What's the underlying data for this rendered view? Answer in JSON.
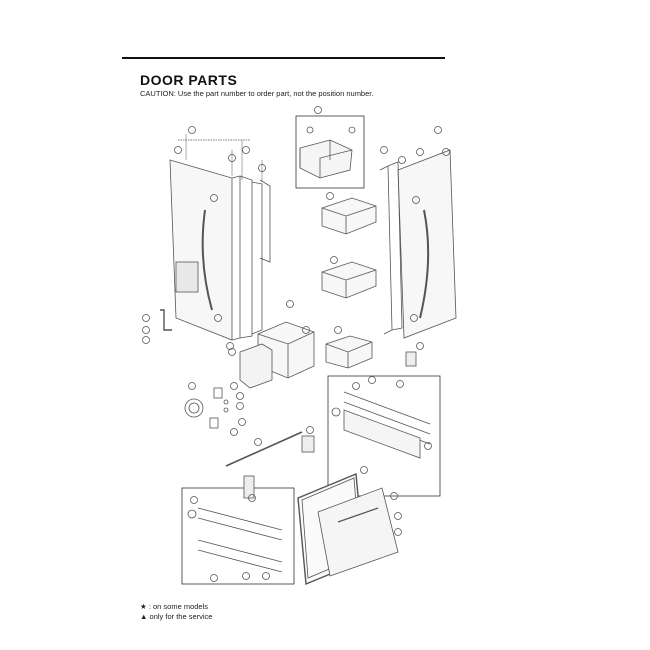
{
  "header": {
    "title": "DOOR PARTS",
    "caution": "CAUTION: Use the part number to order part, not the position number."
  },
  "legend": {
    "items": [
      {
        "symbol": "★",
        "text": ": on some models"
      },
      {
        "symbol": "▲",
        "text": "only for the service"
      }
    ]
  },
  "colors": {
    "line": "#555555",
    "rule": "#111111",
    "background": "#ffffff"
  }
}
